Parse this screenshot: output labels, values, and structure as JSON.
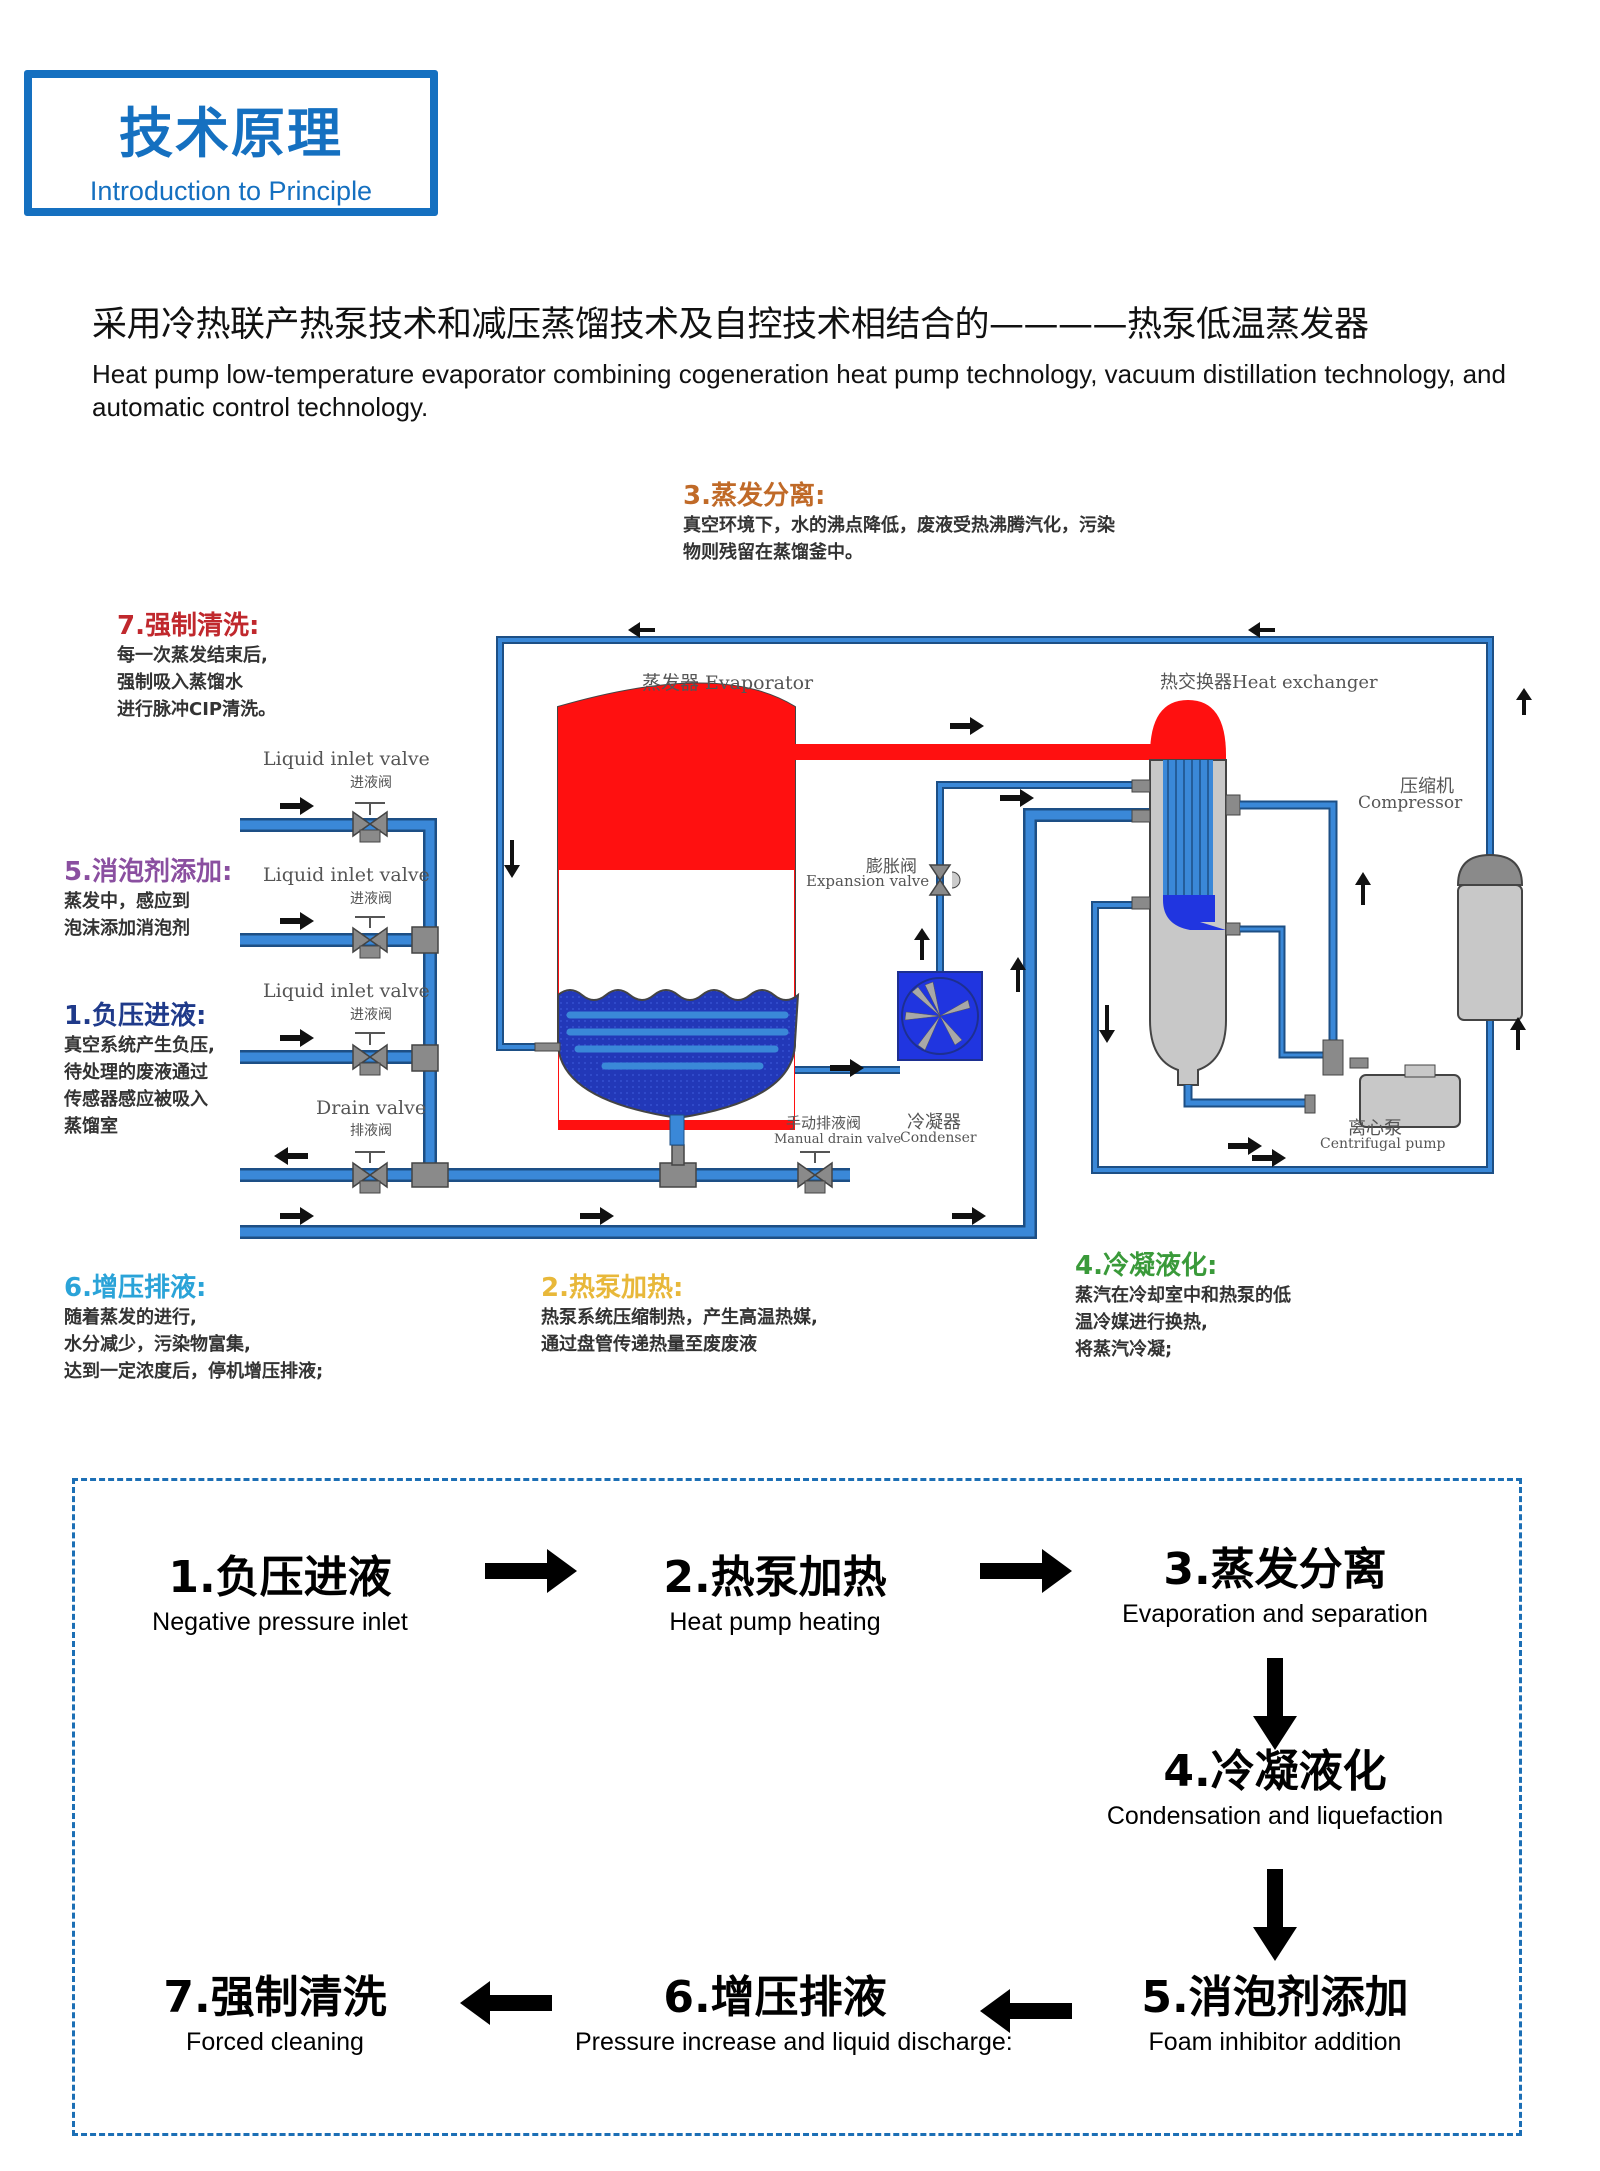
{
  "header": {
    "title_cn": "技术原理",
    "title_en": "Introduction to Principle",
    "accent_color": "#1570c0"
  },
  "intro": {
    "cn": "采用冷热联产热泵技术和减压蒸馏技术及自控技术相结合的————热泵低温蒸发器",
    "en": "Heat pump low-temperature evaporator combining cogeneration heat pump technology, vacuum distillation technology, and automatic control technology."
  },
  "diagram": {
    "components": {
      "evaporator": "蒸发器 Evaporator",
      "heat_exchanger": "热交换器Heat exchanger",
      "compressor_cn": "压缩机",
      "compressor_en": "Compressor",
      "expansion_valve_cn": "膨胀阀",
      "expansion_valve_en": "Expansion valve",
      "condenser_cn": "冷凝器",
      "condenser_en": "Condenser",
      "manual_drain_cn": "手动排液阀",
      "manual_drain_en": "Manual drain valve",
      "pump_cn": "离心泵",
      "pump_en": "Centrifugal pump",
      "inlet_valves": [
        {
          "en": "Liquid inlet valve",
          "cn": "进液阀"
        },
        {
          "en": "Liquid inlet valve",
          "cn": "进液阀"
        },
        {
          "en": "Liquid inlet valve",
          "cn": "进液阀"
        }
      ],
      "drain_valve": {
        "en": "Drain valve",
        "cn": "排液阀"
      }
    },
    "notes": [
      {
        "id": "7",
        "title": "7.强制清洗:",
        "color": "#c0282d",
        "lines": [
          "每一次蒸发结束后,",
          "强制吸入蒸馏水",
          "进行脉冲CIP清洗。"
        ]
      },
      {
        "id": "5",
        "title": "5.消泡剂添加:",
        "color": "#8a4fa0",
        "lines": [
          "蒸发中，感应到",
          "泡沫添加消泡剂"
        ]
      },
      {
        "id": "1",
        "title": "1.负压进液:",
        "color": "#1f3a8a",
        "lines": [
          "真空系统产生负压,",
          "待处理的废液通过",
          "传感器感应被吸入",
          "蒸馏室"
        ]
      },
      {
        "id": "6",
        "title": "6.增压排液:",
        "color": "#2aa3d8",
        "lines": [
          "随着蒸发的进行,",
          "水分减少，污染物富集,",
          "达到一定浓度后，停机增压排液;"
        ]
      },
      {
        "id": "3",
        "title": "3.蒸发分离:",
        "color": "#c06a28",
        "lines": [
          "真空环境下，水的沸点降低，废液受热沸腾汽化，污染",
          "物则残留在蒸馏釜中。"
        ]
      },
      {
        "id": "2",
        "title": "2.热泵加热:",
        "color": "#e8b83a",
        "lines": [
          "热泵系统压缩制热，产生高温热媒,",
          "通过盘管传递热量至废废液"
        ]
      },
      {
        "id": "4",
        "title": "4.冷凝液化:",
        "color": "#3a9a3a",
        "lines": [
          "蒸汽在冷却室中和热泵的低",
          "温冷媒进行换热,",
          "将蒸汽冷凝;"
        ]
      }
    ],
    "colors": {
      "pipe": "#3a88d8",
      "pipe_outline": "#1d4f85",
      "hot": "#ff1010",
      "liquid": "#2035c8",
      "metal": "#c8c8c8"
    }
  },
  "flow": {
    "border_color": "#1c6fb5",
    "steps": [
      {
        "cn": "1.负压进液",
        "en": "Negative pressure inlet"
      },
      {
        "cn": "2.热泵加热",
        "en": "Heat pump heating"
      },
      {
        "cn": "3.蒸发分离",
        "en": "Evaporation and separation"
      },
      {
        "cn": "4.冷凝液化",
        "en": "Condensation and liquefaction"
      },
      {
        "cn": "5.消泡剂添加",
        "en": "Foam inhibitor addition"
      },
      {
        "cn": "6.增压排液",
        "en": "Pressure increase and liquid discharge:"
      },
      {
        "cn": "7.强制清洗",
        "en": "Forced cleaning"
      }
    ]
  }
}
